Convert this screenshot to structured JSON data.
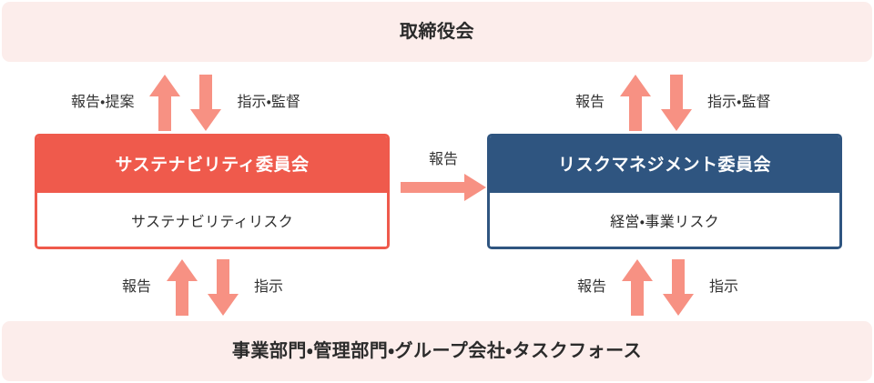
{
  "diagram": {
    "title_top": "取締役会",
    "title_bottom": "事業部門・管理部門・グループ会社・タスクフォース",
    "colors": {
      "banner_bg": "#fcedeb",
      "red": "#ef5a4c",
      "navy": "#2f5580",
      "arrow": "#f79183",
      "text": "#2b2b2b"
    }
  },
  "committees": {
    "sustainability": {
      "title": "サステナビリティ委員会",
      "risk_label": "サステナビリティリスク"
    },
    "risk_management": {
      "title": "リスクマネジメント委員会",
      "risk_label": "経営・事業リスク"
    }
  },
  "flows": {
    "top_left": {
      "up_label": "報告・提案",
      "down_label": "指示・監督"
    },
    "top_right": {
      "up_label": "報告",
      "down_label": "指示・監督"
    },
    "bottom_left": {
      "up_label": "報告",
      "down_label": "指示"
    },
    "bottom_right": {
      "up_label": "報告",
      "down_label": "指示"
    },
    "center": {
      "label": "報告"
    }
  }
}
